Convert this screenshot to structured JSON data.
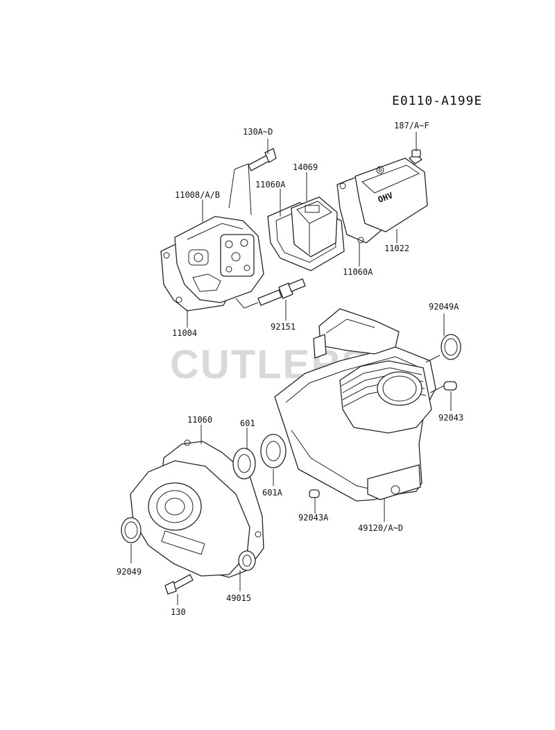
{
  "diagram": {
    "reference_code": "E0110-A199E",
    "watermark": "CUTLERS",
    "part_labels": {
      "p130AD": "130A~D",
      "p187AF": "187/A~F",
      "p14069": "14069",
      "p11060A_top": "11060A",
      "p11008AB": "11008/A/B",
      "p11022": "11022",
      "p11060A_low": "11060A",
      "p11004": "11004",
      "p92151": "92151",
      "p92049A": "92049A",
      "p92043": "92043",
      "p11060": "11060",
      "p601": "601",
      "p601A": "601A",
      "p92043A": "92043A",
      "p49120AD": "49120/A~D",
      "p92049": "92049",
      "p130": "130",
      "p49015": "49015"
    },
    "cover_marking": "OHV"
  }
}
